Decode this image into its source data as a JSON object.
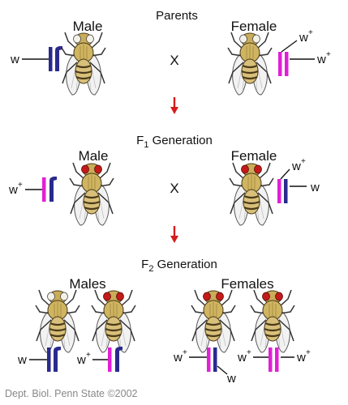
{
  "colors": {
    "x_chromosome_mutant": "#2a2a8e",
    "x_chromosome_wildtype": "#e21fd6",
    "y_chromosome": "#2a2a8e",
    "arrow": "#d61b1b",
    "fly_body": "#d8c07a",
    "eye_white": "#f3f1e8",
    "eye_red": "#c41a1a"
  },
  "parents": {
    "title": "Parents",
    "male_label": "Male",
    "female_label": "Female",
    "cross_symbol": "X",
    "male_allele": "w",
    "female_allele_1": "w",
    "female_allele_2": "w",
    "male_eye": "white-eye",
    "female_eye": "white-eye"
  },
  "f1": {
    "title_prefix": "F",
    "title_sub": "1",
    "title_suffix": " Generation",
    "male_label": "Male",
    "female_label": "Female",
    "cross_symbol": "X",
    "male_allele": "w",
    "female_allele_1": "w",
    "female_allele_2": "w",
    "male_eye": "red-eye",
    "female_eye": "red-eye"
  },
  "f2": {
    "title_prefix": "F",
    "title_sub": "2",
    "title_suffix": " Generation",
    "males_label": "Males",
    "females_label": "Females",
    "male1_allele": "w",
    "male2_allele": "w",
    "female1_allele_1": "w",
    "female1_allele_2": "w",
    "female2_allele_1": "w",
    "female2_allele_2": "w",
    "male1_eye": "white-eye",
    "male2_eye": "red-eye",
    "female1_eye": "red-eye",
    "female2_eye": "red-eye"
  },
  "plus_sign": "+",
  "credit": "Dept. Biol. Penn State ©2002"
}
